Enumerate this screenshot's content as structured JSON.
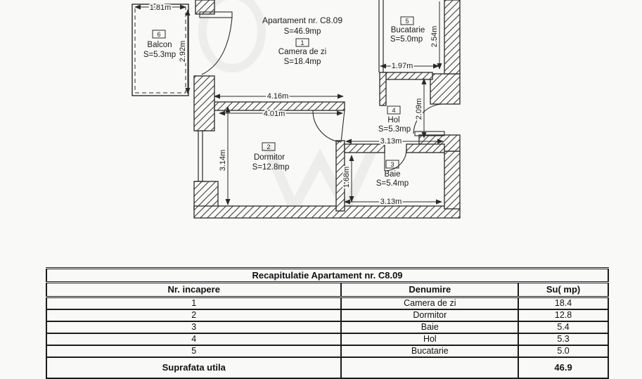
{
  "plan": {
    "apartment": {
      "title": "Apartament nr. C8.09",
      "area": "S=46.9mp"
    },
    "rooms": [
      {
        "number": "1",
        "name": "Camera de zi",
        "area": "S=18.4mp"
      },
      {
        "number": "2",
        "name": "Dormitor",
        "area": "S=12.8mp"
      },
      {
        "number": "3",
        "name": "Baie",
        "area": "S=5.4mp"
      },
      {
        "number": "4",
        "name": "Hol",
        "area": "S=5.3mp"
      },
      {
        "number": "5",
        "name": "Bucatarie",
        "area": "S=5.0mp"
      },
      {
        "number": "6",
        "name": "Balcon",
        "area": "S=5.3mp"
      }
    ],
    "dims": {
      "balcony_width": "1.81m",
      "balcony_height": "2.92m",
      "living_width_a": "4.16m",
      "living_width_b": "4.01m",
      "dormitor_height": "3.14m",
      "bucatarie_width": "1.97m",
      "bucatarie_height": "2.54m",
      "hol_height": "2.09m",
      "hol_width": "3.13m",
      "baie_height": "1.68m",
      "baie_width": "3.13m"
    },
    "colors": {
      "line": "#2a2a2a",
      "background": "#f9f9f8"
    }
  },
  "table": {
    "title": "Recapitulatie Apartament nr. C8.09",
    "headers": [
      "Nr. incapere",
      "Denumire",
      "Su( mp)"
    ],
    "rows": [
      [
        "1",
        "Camera de zi",
        "18.4"
      ],
      [
        "2",
        "Dormitor",
        "12.8"
      ],
      [
        "3",
        "Baie",
        "5.4"
      ],
      [
        "4",
        "Hol",
        "5.3"
      ],
      [
        "5",
        "Bucatarie",
        "5.0"
      ]
    ],
    "total_label": "Suprafata utila",
    "total_value": "46.9"
  }
}
